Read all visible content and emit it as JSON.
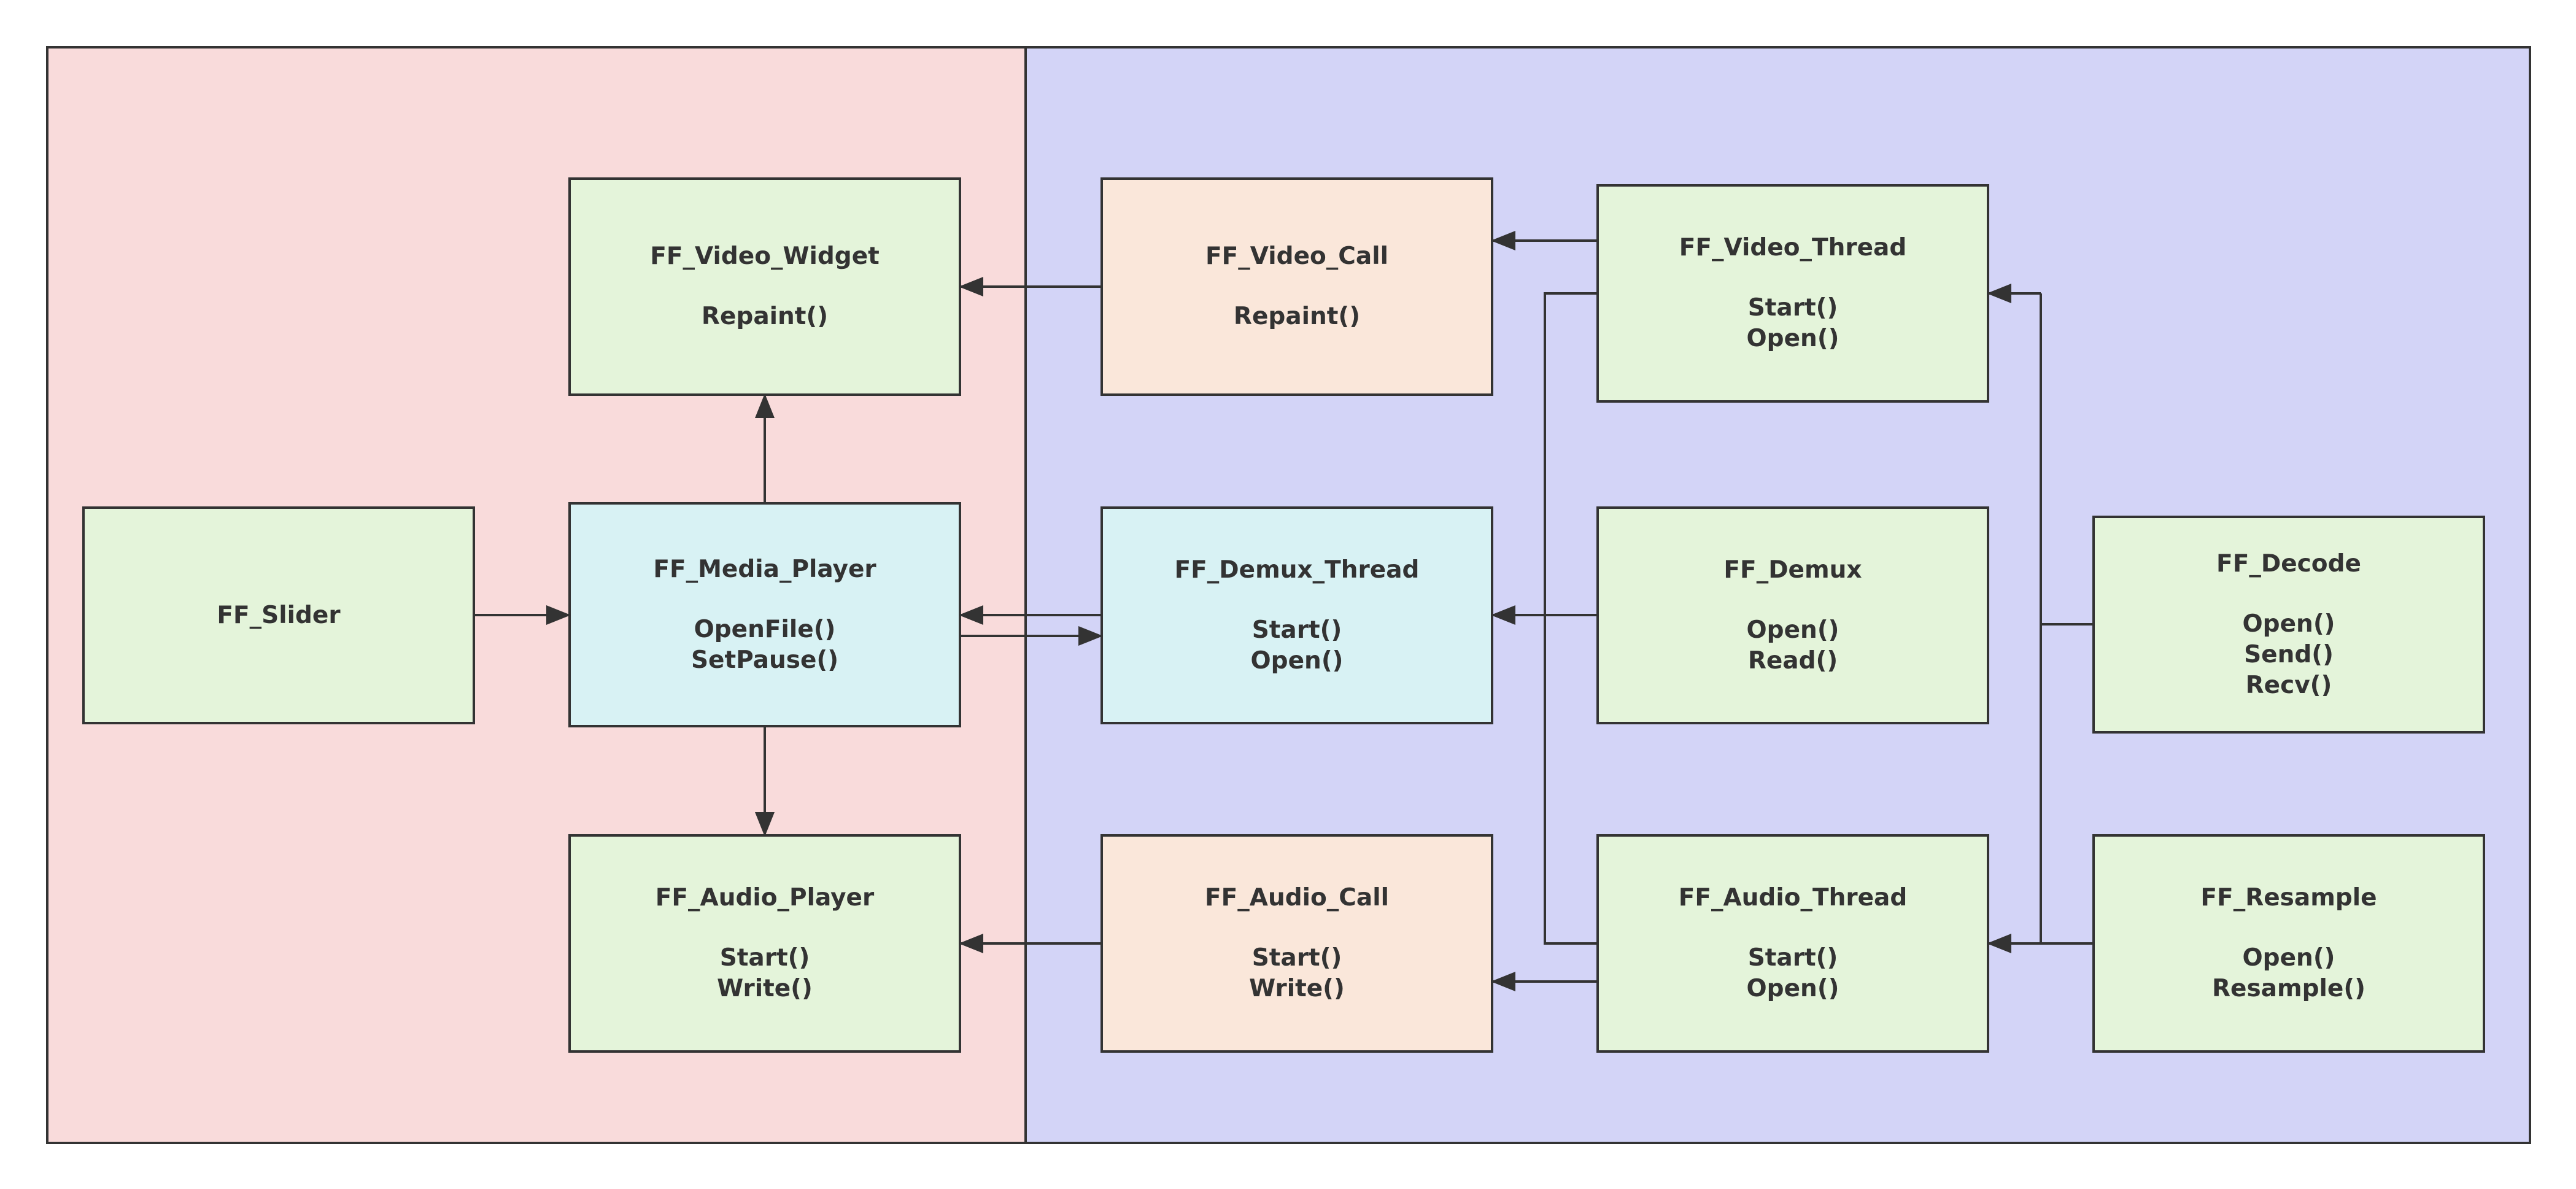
{
  "colors": {
    "left_region": "#f9dbdb",
    "right_region": "#d3d4f7",
    "green": "#e4f4da",
    "cyan": "#d8f2f4",
    "peach": "#fae7da",
    "line": "#333333"
  },
  "nodes": {
    "slider": {
      "title": "FF_Slider",
      "methods": []
    },
    "video_widget": {
      "title": "FF_Video_Widget",
      "methods": [
        "Repaint()"
      ]
    },
    "media_player": {
      "title": "FF_Media_Player",
      "methods": [
        "OpenFile()",
        "SetPause()"
      ]
    },
    "audio_player": {
      "title": "FF_Audio_Player",
      "methods": [
        "Start()",
        "Write()"
      ]
    },
    "video_call": {
      "title": "FF_Video_Call",
      "methods": [
        "Repaint()"
      ]
    },
    "demux_thread": {
      "title": "FF_Demux_Thread",
      "methods": [
        "Start()",
        "Open()"
      ]
    },
    "audio_call": {
      "title": "FF_Audio_Call",
      "methods": [
        "Start()",
        "Write()"
      ]
    },
    "video_thread": {
      "title": "FF_Video_Thread",
      "methods": [
        "Start()",
        "Open()"
      ]
    },
    "demux": {
      "title": "FF_Demux",
      "methods": [
        "Open()",
        "Read()"
      ]
    },
    "audio_thread": {
      "title": "FF_Audio_Thread",
      "methods": [
        "Start()",
        "Open()"
      ]
    },
    "decode": {
      "title": "FF_Decode",
      "methods": [
        "Open()",
        "Send()",
        "Recv()"
      ]
    },
    "resample": {
      "title": "FF_Resample",
      "methods": [
        "Open()",
        "Resample()"
      ]
    }
  }
}
